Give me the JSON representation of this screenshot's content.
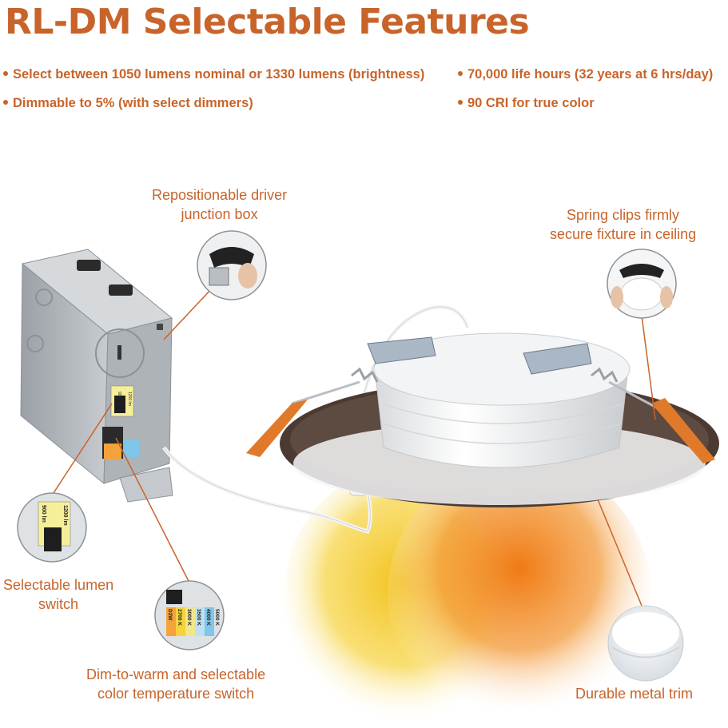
{
  "title": "RL-DM Selectable Features",
  "bullets": [
    "Select between 1050 lumens nominal or 1330 lumens (brightness)",
    "70,000 life hours (32 years at 6 hrs/day)",
    "Dimmable to 5% (with select dimmers)",
    "90 CRI for true color"
  ],
  "callouts": {
    "junction_box": [
      "Repositionable driver",
      "junction box"
    ],
    "spring_clips": [
      "Spring clips firmly",
      "secure fixture in ceiling"
    ],
    "lumen_switch": [
      "Selectable lumen",
      "switch"
    ],
    "color_switch": [
      "Dim-to-warm and selectable",
      "color temperature switch"
    ],
    "metal_trim": "Durable metal trim"
  },
  "switch_labels": {
    "lumen_low": "900 lm",
    "lumen_high": "1200 lm",
    "cct": [
      "D2W",
      "2700 K",
      "3000 K",
      "3500 K",
      "4000 K",
      "5000 K"
    ]
  },
  "colors": {
    "accent": "#c8642a",
    "box_metal": "#b9bec4",
    "trim": "#4a3a32",
    "clip_orange": "#e07a2a",
    "glow_yellow": "#f2c21a",
    "glow_orange": "#f07a14"
  }
}
